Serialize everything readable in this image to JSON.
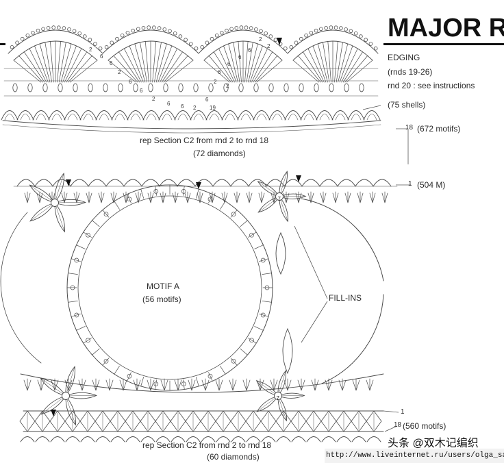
{
  "header": {
    "title": "MAJOR R"
  },
  "edging": {
    "label": "EDGING",
    "rounds": "(rnds 19-26)",
    "note": "rnd 20 : see instructions",
    "shells": "(75 shells)"
  },
  "top_band": {
    "round_marker": "18",
    "motifs_count": "(672 motifs)",
    "repeat_text": "rep Section C2  from rnd 2 to rnd 18",
    "diamonds_count": "(72 diamonds)",
    "stitch_numbers": [
      "2",
      "6",
      "6",
      "2",
      "6",
      "6",
      "2",
      "6",
      "6",
      "2",
      "6",
      "6",
      "6",
      "6",
      "6",
      "2",
      "2",
      "2",
      "2",
      "19"
    ]
  },
  "middle_band": {
    "round_marker": "1",
    "m_count": "(504 M)",
    "motif_name": "MOTIF A",
    "motif_count": "(56 motifs)",
    "fill_ins_label": "FILL-INS",
    "flower_number": "7"
  },
  "bottom_band": {
    "round_marker_1": "1",
    "round_marker_18": "18",
    "motifs_count": "(560 motifs)",
    "repeat_text": "rep Section C2  from rnd 2 to rnd 18",
    "diamonds_count": "(60 diamonds)"
  },
  "watermark": {
    "cn_text": "头条 @双木记编织",
    "url": "http://www.liveinternet.ru/users/olga_sav/"
  }
}
